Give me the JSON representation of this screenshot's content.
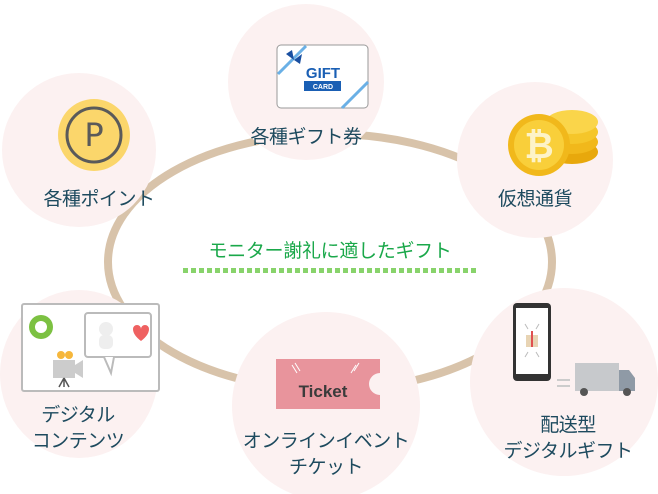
{
  "title": "モニター謝礼に適したギフト",
  "nodes": {
    "gift_card": {
      "label": "各種ギフト券",
      "icon": "gift-card-icon",
      "icon_text": "GIFT",
      "icon_sub": "CARD"
    },
    "points": {
      "label": "各種ポイント",
      "icon": "point-coin-icon",
      "icon_text": "P"
    },
    "crypto": {
      "label": "仮想通貨",
      "icon": "bitcoin-icon"
    },
    "digital_content": {
      "label_line1": "デジタル",
      "label_line2": "コンテンツ",
      "icon": "video-content-icon"
    },
    "event_ticket": {
      "label_line1": "オンラインイベント",
      "label_line2": "チケット",
      "icon": "ticket-icon",
      "icon_text": "Ticket"
    },
    "delivery_gift": {
      "label_line1": "配送型",
      "label_line2": "デジタルギフト",
      "icon": "phone-delivery-icon"
    }
  },
  "colors": {
    "ring": "#d8c3aa",
    "node_bg": "#fcf1f1",
    "label": "#1d4a5e",
    "title": "#1aa84a",
    "dots": "#88d36b"
  }
}
